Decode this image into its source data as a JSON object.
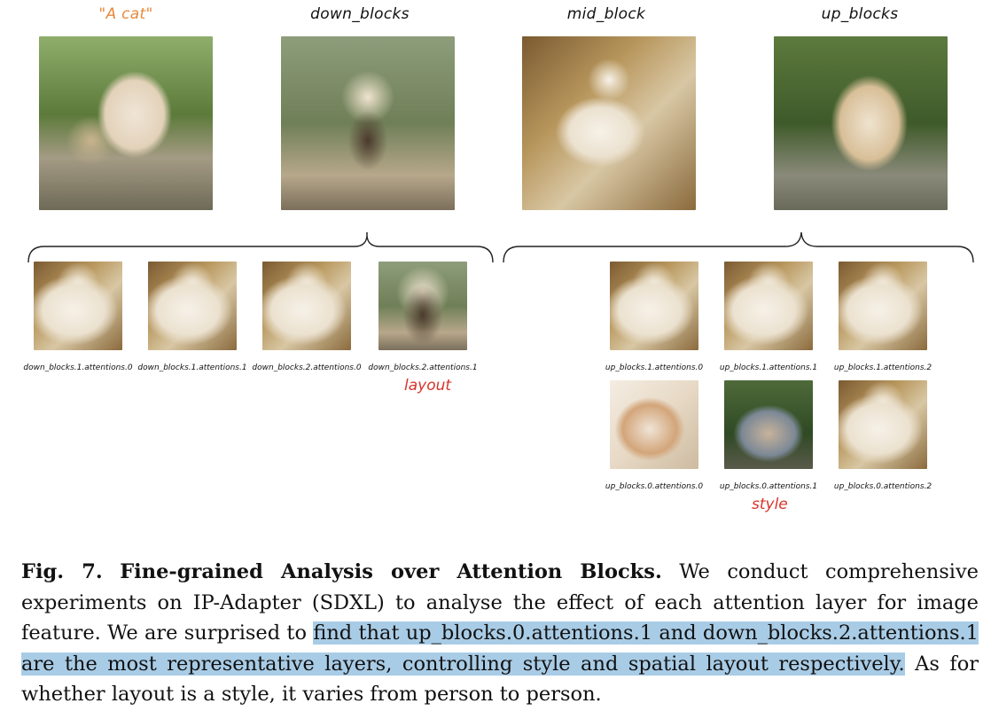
{
  "columns": {
    "a_cat": "\"A cat\"",
    "down_blocks": "down_blocks",
    "mid_block": "mid_block",
    "up_blocks": "up_blocks"
  },
  "down_captions": [
    "down_blocks.1.attentions.0",
    "down_blocks.1.attentions.1",
    "down_blocks.2.attentions.0",
    "down_blocks.2.attentions.1"
  ],
  "up_captions_row1": [
    "up_blocks.1.attentions.0",
    "up_blocks.1.attentions.1",
    "up_blocks.1.attentions.2"
  ],
  "up_captions_row2": [
    "up_blocks.0.attentions.0",
    "up_blocks.0.attentions.1",
    "up_blocks.0.attentions.2"
  ],
  "tags": {
    "layout": "layout",
    "style": "style"
  },
  "caption": {
    "label": "Fig. 7.",
    "title": "Fine-grained Analysis over Attention Blocks.",
    "text1": "We conduct comprehensive experiments on IP-Adapter (SDXL) to analyse the effect of each attention layer for image feature. We are surprised to ",
    "highlight": "find that up_blocks.0.attentions.1 and down_blocks.2.attentions.1 are the most representative layers, controlling style and spatial layout respectively.",
    "text2": " As for whether layout is a style, it varies from person to person."
  }
}
